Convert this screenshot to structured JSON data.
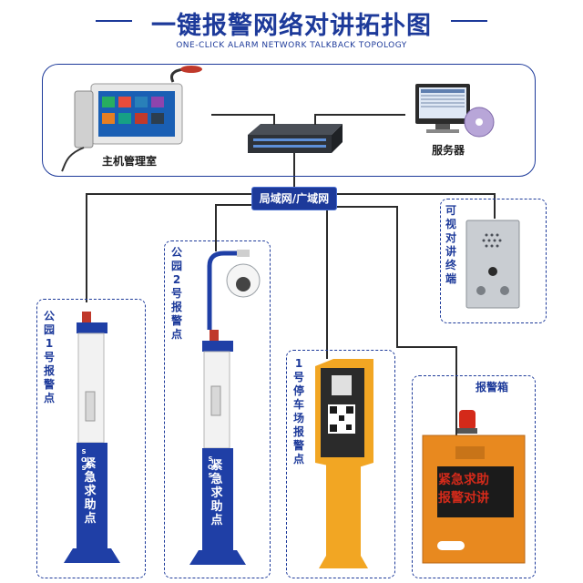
{
  "header": {
    "title": "一键报警网络对讲拓扑图",
    "subtitle": "ONE-CLICK ALARM NETWORK TALKBACK TOPOLOGY"
  },
  "devices": {
    "host_room": "主机管理室",
    "server": "服务器",
    "network": "局域网/广域网",
    "terminal": "可视对讲终端",
    "park_point_1": "公园1号报警点",
    "park_point_2": "公园2号报警点",
    "parking_point_1": "1号停车场报警点",
    "alarm_box": "报警箱"
  },
  "pole": {
    "text": "紧急求助点",
    "sos": "SOS"
  },
  "alarm_box_screen": {
    "line1": "紧急求助",
    "line2": "报警对讲"
  },
  "colors": {
    "brand_blue": "#1d3a9a",
    "pole_blue": "#1f3fa6",
    "parking_yellow": "#f2a623",
    "box_orange": "#e8891f",
    "alarm_red": "#d42a1a"
  }
}
